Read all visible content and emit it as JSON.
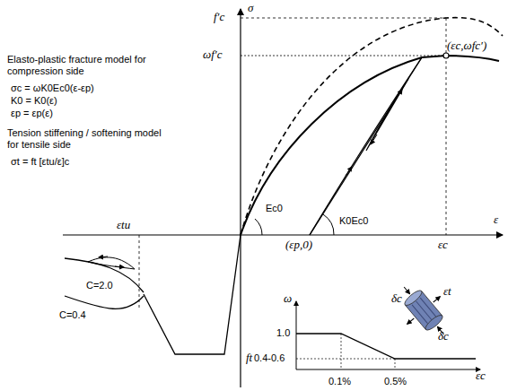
{
  "diagram": {
    "labels": [
      "σ",
      "f′c",
      "ωf′c",
      "(εc,ωfc′)",
      "Elasto-plastic fracture model for compression side",
      "σc = ωK0Ec0(ε-εp)",
      "K0 = K0(ε)",
      "εp = εp(ε)",
      "Tension stiffening / softening model for tensile side",
      "σt = ft [εtu/ε]c",
      "Ec0",
      "K0Ec0",
      "(εp,0)",
      "εc",
      "ε",
      "εtu",
      "C=2.0",
      "C=0.4",
      "ft",
      "ω",
      "1.0",
      "0.4-0.6",
      "0.1%",
      "0.5%",
      "εc",
      "εt",
      "δc",
      "δc"
    ]
  }
}
